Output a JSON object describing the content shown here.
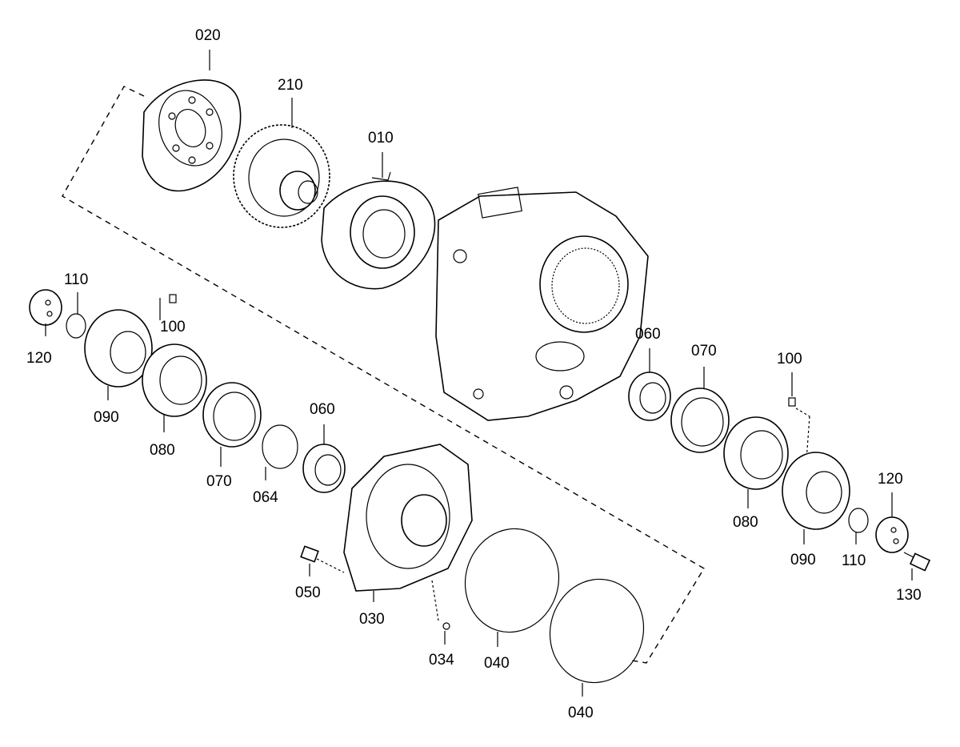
{
  "callouts": [
    {
      "id": "c020",
      "label": "020"
    },
    {
      "id": "c210",
      "label": "210"
    },
    {
      "id": "c010",
      "label": "010"
    },
    {
      "id": "c110a",
      "label": "110"
    },
    {
      "id": "c100a",
      "label": "100"
    },
    {
      "id": "c120a",
      "label": "120"
    },
    {
      "id": "c090a",
      "label": "090"
    },
    {
      "id": "c080a",
      "label": "080"
    },
    {
      "id": "c070a",
      "label": "070"
    },
    {
      "id": "c064",
      "label": "064"
    },
    {
      "id": "c060a",
      "label": "060"
    },
    {
      "id": "c060b",
      "label": "060"
    },
    {
      "id": "c070b",
      "label": "070"
    },
    {
      "id": "c100b",
      "label": "100"
    },
    {
      "id": "c120b",
      "label": "120"
    },
    {
      "id": "c080b",
      "label": "080"
    },
    {
      "id": "c090b",
      "label": "090"
    },
    {
      "id": "c110b",
      "label": "110"
    },
    {
      "id": "c130",
      "label": "130"
    },
    {
      "id": "c050",
      "label": "050"
    },
    {
      "id": "c030",
      "label": "030"
    },
    {
      "id": "c034",
      "label": "034"
    },
    {
      "id": "c040a",
      "label": "040"
    },
    {
      "id": "c040b",
      "label": "040"
    }
  ]
}
